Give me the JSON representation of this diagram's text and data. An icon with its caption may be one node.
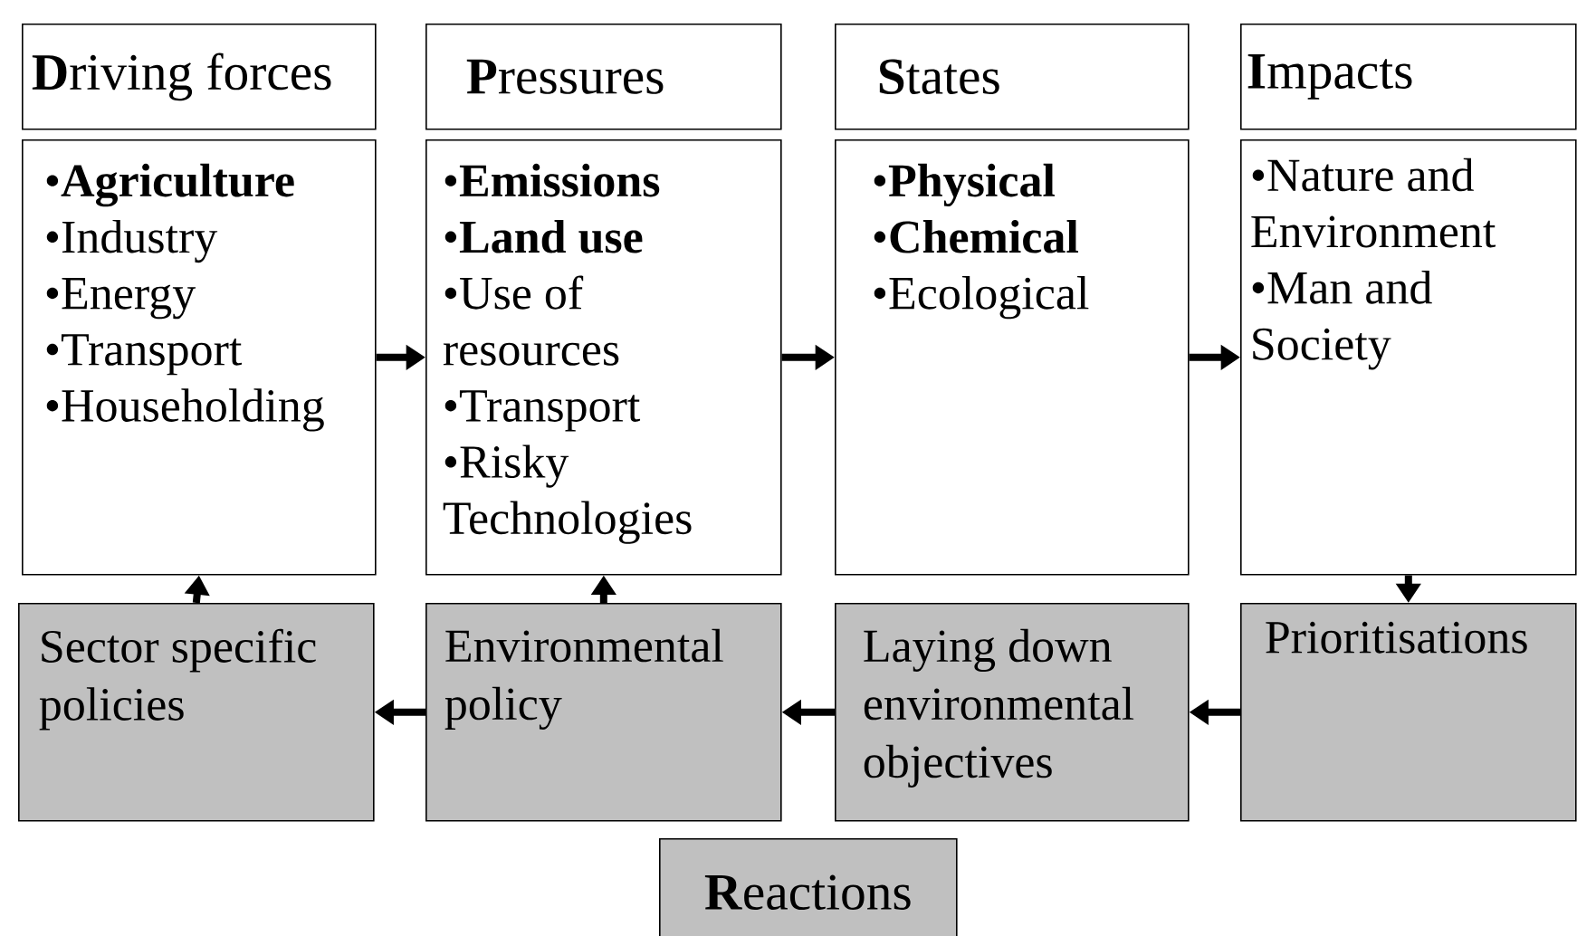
{
  "diagram": {
    "nodes": [
      {
        "text": [
          "**D**riving forces"
        ]
      },
      {
        "text": [
          "**P**ressures"
        ]
      },
      {
        "text": [
          "**S**tates"
        ]
      },
      {
        "text": [
          "**I**mpacts"
        ]
      },
      {
        "text": [
          "•**Agriculture**",
          "•Industry",
          "•Energy",
          "•Transport",
          "•Householding"
        ]
      },
      {
        "text": [
          "•**Emissions**",
          "•**Land use**",
          "•Use of resources",
          "•Transport",
          "•Risky Technologies"
        ]
      },
      {
        "text": [
          "•**Physical**",
          "•**Chemical**",
          "•Ecological"
        ]
      },
      {
        "text": [
          "•Nature and Environment",
          "•Man and Society"
        ]
      },
      {
        "text": [
          "Sector specific policies"
        ]
      },
      {
        "text": [
          "Environmental policy"
        ]
      },
      {
        "text": [
          "Laying down environmental objectives"
        ]
      },
      {
        "text": [
          "Prioritisations"
        ]
      },
      {
        "text": [
          "**R**eactions"
        ]
      }
    ],
    "edges": [
      {
        "from": 4,
        "to": 5,
        "arrow": "to"
      },
      {
        "from": 5,
        "to": 6,
        "arrow": "to"
      },
      {
        "from": 6,
        "to": 7,
        "arrow": "to"
      },
      {
        "from": 7,
        "to": 11,
        "arrow": "to"
      },
      {
        "from": 11,
        "to": 10,
        "arrow": "to"
      },
      {
        "from": 10,
        "to": 9,
        "arrow": "to"
      },
      {
        "from": 9,
        "to": 8,
        "arrow": "to"
      },
      {
        "from": 8,
        "to": 4,
        "arrow": "to"
      },
      {
        "from": 9,
        "to": 5,
        "arrow": "to"
      }
    ]
  }
}
